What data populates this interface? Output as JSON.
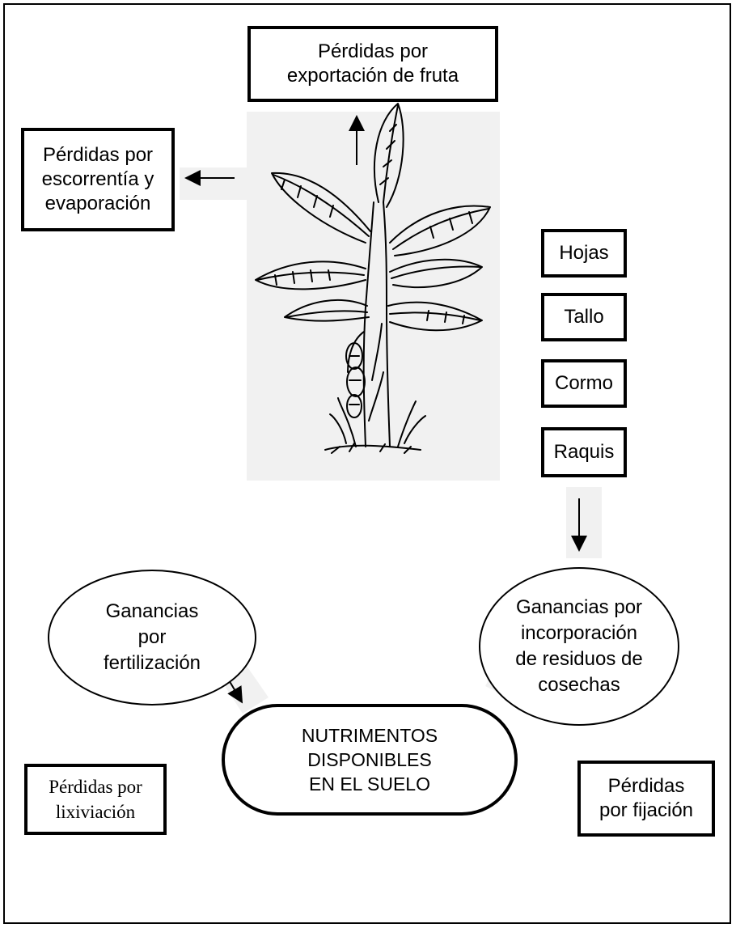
{
  "boxes": {
    "fruit_export": "Pérdidas por\nexportación de fruta",
    "runoff": "Pérdidas por\nescorrentía y\nevaporación",
    "leaching": "Pérdidas por\nlixiviación",
    "fixation": "Pérdidas\npor fijación"
  },
  "plant_parts": [
    "Hojas",
    "Tallo",
    "Cormo",
    "Raquis"
  ],
  "ovals": {
    "fertilization": "Ganancias\npor\nfertilización",
    "residues": "Ganancias por\nincorporación\nde residuos de\ncosechas"
  },
  "center": "NUTRIMENTOS\nDISPONIBLES\nEN EL SUELO",
  "colors": {
    "line": "#000000",
    "shade": "#f1f1f1",
    "background": "#ffffff"
  }
}
